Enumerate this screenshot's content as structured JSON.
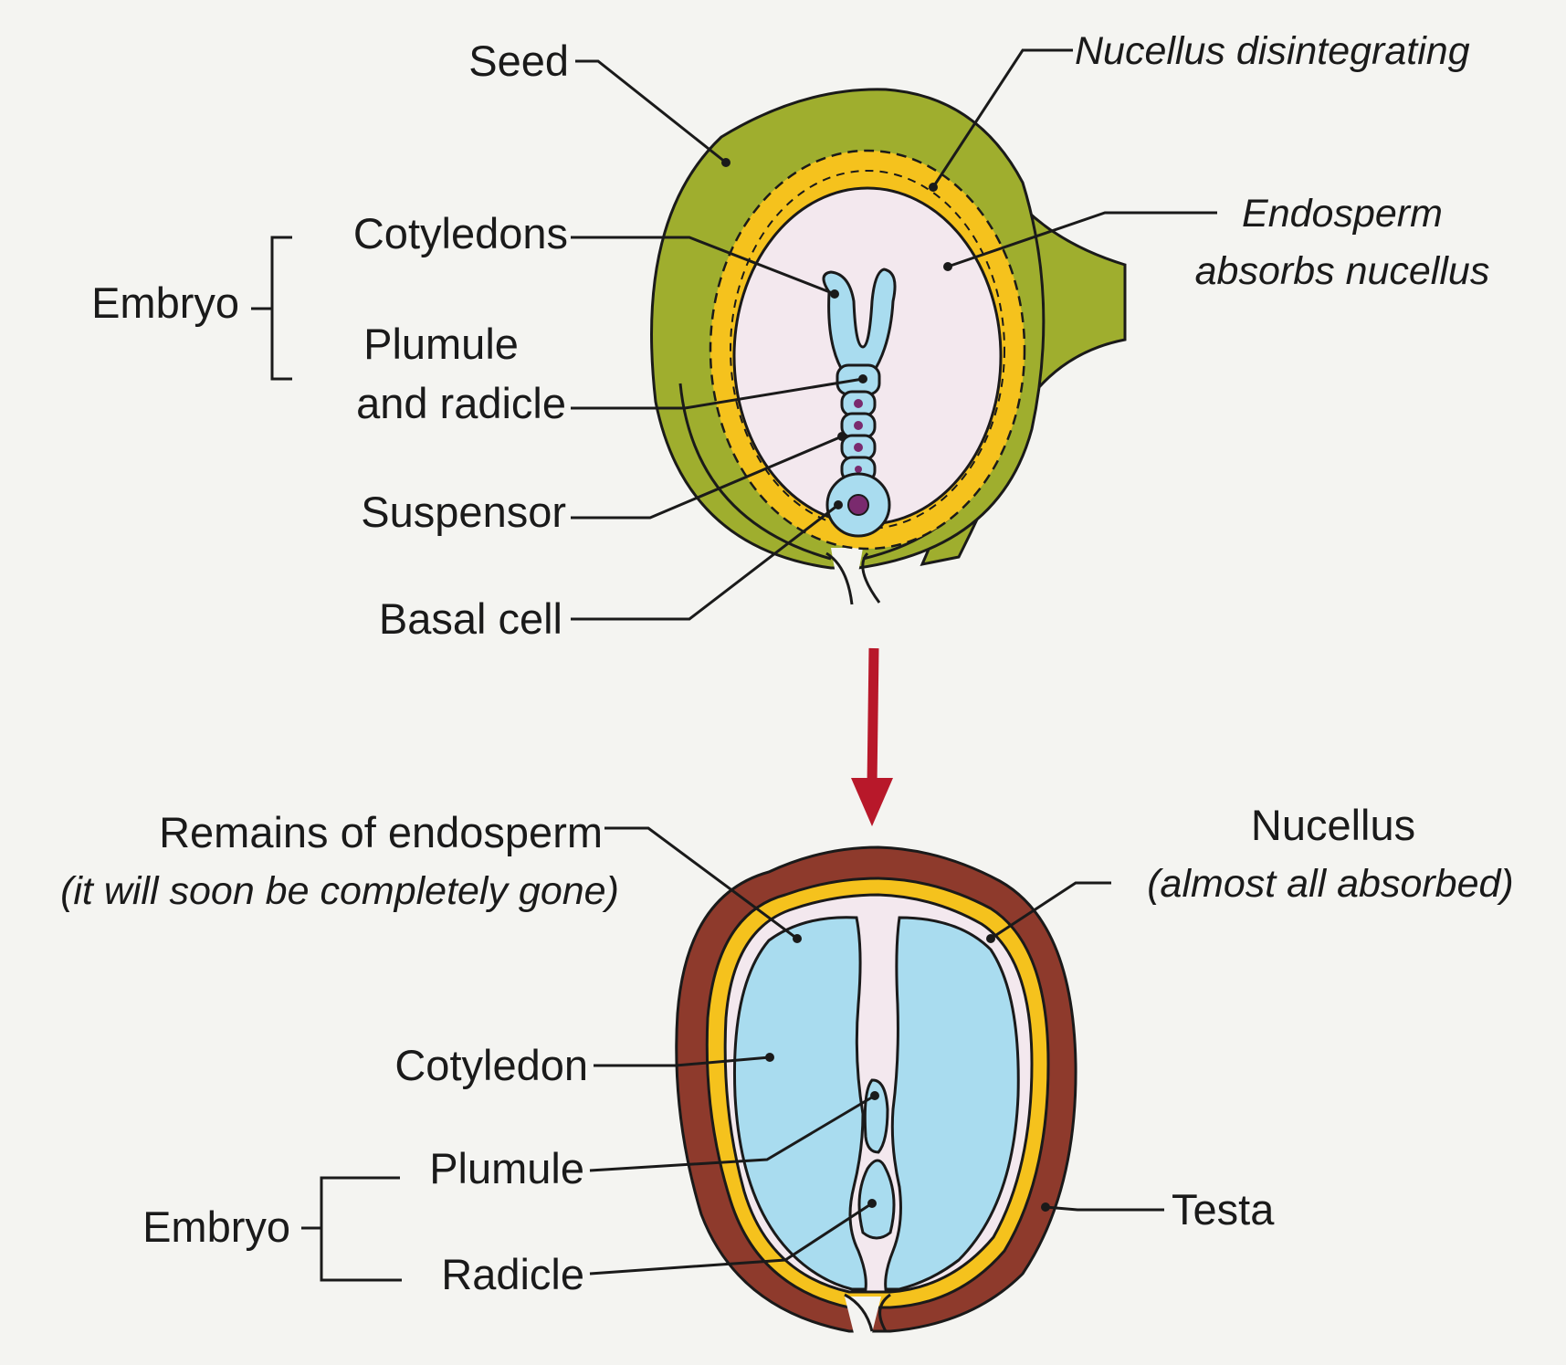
{
  "colors": {
    "background": "#f4f4f1",
    "seed_coat_young": "#9fae2e",
    "testa_mature": "#8e3a2c",
    "nucellus_band": "#f5c21d",
    "endosperm": "#f3e8ee",
    "embryo": "#a9dcef",
    "embryo_outline": "#2b8fbf",
    "arrow": "#b8182a",
    "nucleus": "#7a2a6e"
  },
  "top": {
    "seed": "Seed",
    "nucellus_disintegrating": "Nucellus disintegrating",
    "endosperm_line1": "Endosperm",
    "endosperm_line2": "absorbs nucellus",
    "embryo": "Embryo",
    "cotyledons": "Cotyledons",
    "plumule_line1": "Plumule",
    "plumule_line2": "and radicle",
    "suspensor": "Suspensor",
    "basal_cell": "Basal cell"
  },
  "bottom": {
    "remains_line1": "Remains of endosperm",
    "remains_line2": "(it will soon be completely gone)",
    "nucellus_line1": "Nucellus",
    "nucellus_line2": "(almost all absorbed)",
    "cotyledon": "Cotyledon",
    "embryo": "Embryo",
    "plumule": "Plumule",
    "radicle": "Radicle",
    "testa": "Testa"
  }
}
